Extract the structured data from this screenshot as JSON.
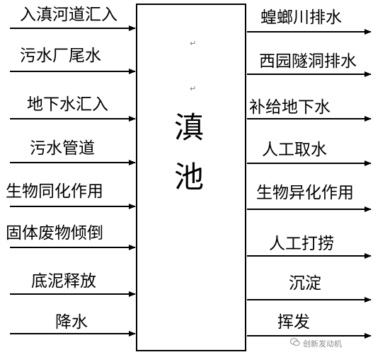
{
  "center": {
    "char1": "滇",
    "char2": "池"
  },
  "inputs": [
    {
      "label": "入滇河道汇入"
    },
    {
      "label": "污水厂尾水"
    },
    {
      "label": "地下水汇入"
    },
    {
      "label": "污水管道"
    },
    {
      "label": "生物同化作用"
    },
    {
      "label": "固体废物倾倒"
    },
    {
      "label": "底泥释放"
    },
    {
      "label": "降水"
    }
  ],
  "outputs": [
    {
      "label": "蝗螂川排水"
    },
    {
      "label": "西园隧洞排水"
    },
    {
      "label": "补给地下水"
    },
    {
      "label": "人工取水"
    },
    {
      "label": "生物异化作用"
    },
    {
      "label": "人工打捞"
    },
    {
      "label": "沉淀"
    },
    {
      "label": "挥发"
    }
  ],
  "watermark": {
    "text": "创新发动机"
  },
  "colors": {
    "line": "#000000",
    "watermark": "#8a8a8a"
  }
}
